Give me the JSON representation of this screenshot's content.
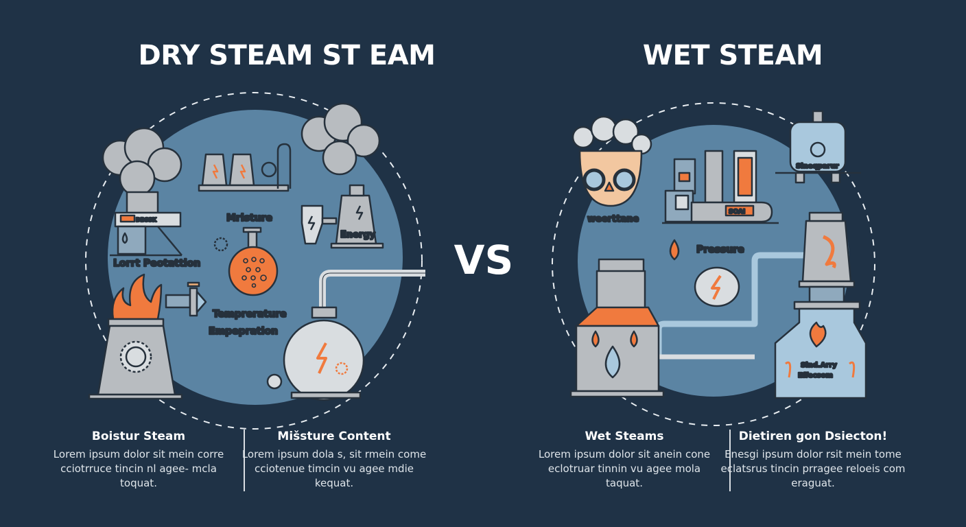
{
  "left": {
    "title": "DRY STEAM ST EAM",
    "labels": {
      "plant": "Lorrt Peotattion",
      "panel": "DBSSK",
      "flask": "Mristure",
      "energy": "Energy",
      "temperature": "Temprerature",
      "emperation": "Empepration"
    },
    "columns": [
      {
        "heading": "Boistur Steam",
        "body": "Lorem ipsum dolor sit mein corre cciotrruce tincin nl agee- mcla toquat."
      },
      {
        "heading": "Mišsture Content",
        "body": "Lorem ipsum dola s, sit rmein come cciotenue timcin vu agee mdie kequat."
      }
    ]
  },
  "vs": "VS",
  "right": {
    "title": "WET STEAM",
    "labels": {
      "person": "weerttane",
      "tank": "Sineqparur",
      "pressure": "Pressure",
      "display": "SOAI",
      "boiler_1": "Sind.Arry",
      "boiler_2": "Effecsom"
    },
    "columns": [
      {
        "heading": "Wet Steams",
        "body": "Lorem ipsum dolor sit anein cone eclotruar tinnin vu agee mola taquat."
      },
      {
        "heading": "Dietiren gon Dsiecton!",
        "body": "Enesgi ipsum dolor rsit mein tome eclatsrus tincin prragee reloeis com eraguat."
      }
    ]
  },
  "colors": {
    "background": "#1f3246",
    "circle": "#5b84a3",
    "accent_orange": "#f07a3e",
    "metal_gray": "#b8bcc0",
    "outline": "#26313c",
    "light_blue": "#a9c8dd"
  }
}
